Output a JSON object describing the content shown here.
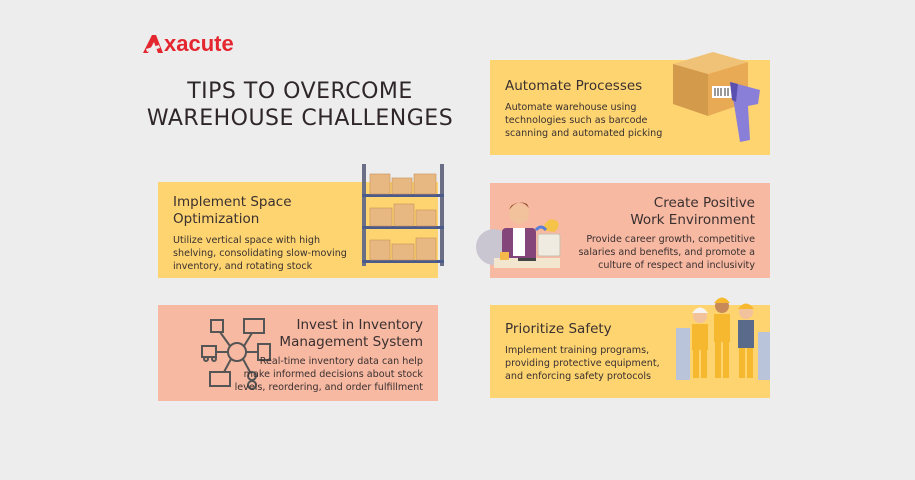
{
  "brand": {
    "logo_text": "xacute",
    "logo_full": "Axacute",
    "color": "#e4262f"
  },
  "title": {
    "line1": "TIPS TO OVERCOME",
    "line2": "WAREHOUSE CHALLENGES"
  },
  "colors": {
    "background": "#ededed",
    "yellow": "#fdd470",
    "salmon": "#f7b9a2"
  },
  "tips": [
    {
      "title": "Automate Processes",
      "body": [
        "Automate warehouse using",
        "technologies such as barcode",
        "scanning and automated picking"
      ],
      "icon": "box-barcode-scanner-icon"
    },
    {
      "title": [
        "Implement Space",
        "Optimization"
      ],
      "body": [
        "Utilize vertical space with high",
        "shelving, consolidating slow-moving",
        "inventory, and rotating stock"
      ],
      "icon": "warehouse-shelving-icon"
    },
    {
      "title": [
        "Create Positive",
        "Work Environment"
      ],
      "body": [
        "Provide career growth, competitive",
        "salaries and benefits, and promote a",
        "culture of respect and inclusivity"
      ],
      "icon": "happy-office-worker-icon"
    },
    {
      "title": [
        "Invest in Inventory",
        "Management System"
      ],
      "body": [
        "Real-time inventory data can help",
        "make informed decisions about stock",
        "levels, reordering, and order fulfillment"
      ],
      "icon": "inventory-network-icon"
    },
    {
      "title": "Prioritize Safety",
      "body": [
        "Implement training programs,",
        "providing protective equipment,",
        "and enforcing safety protocols"
      ],
      "icon": "construction-workers-icon"
    }
  ]
}
